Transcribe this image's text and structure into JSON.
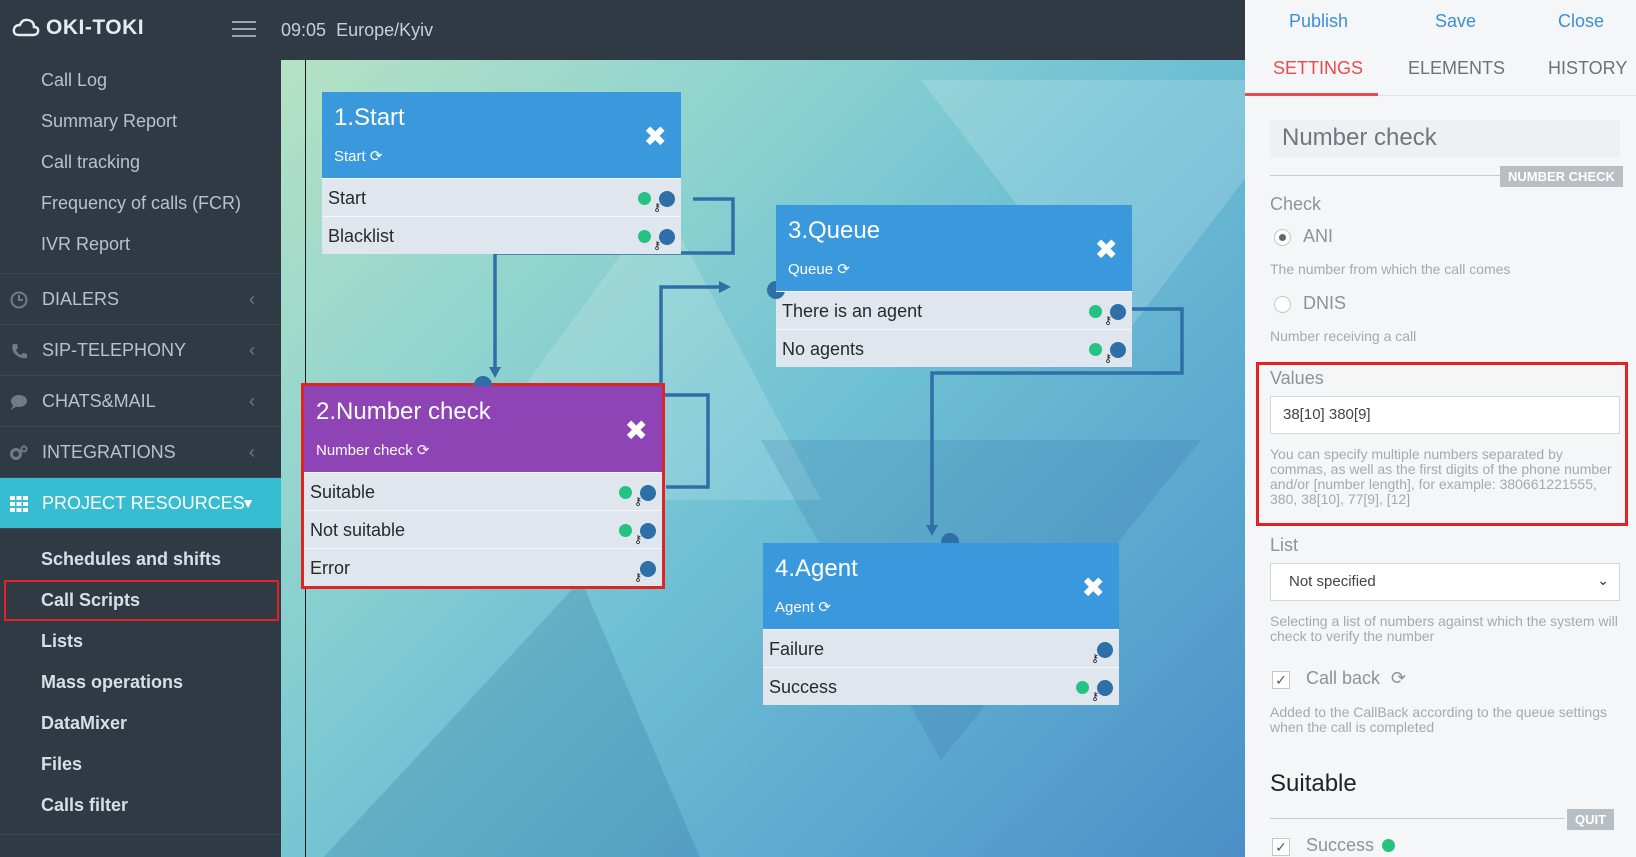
{
  "brand": "OKI-TOKI",
  "header": {
    "time": "09:05",
    "timezone": "Europe/Kyiv"
  },
  "sidebar": {
    "reports": [
      "Call Log",
      "Summary Report",
      "Call tracking",
      "Frequency of calls (FCR)",
      "IVR Report"
    ],
    "sections": [
      {
        "label": "DIALERS",
        "icon": "clock-icon"
      },
      {
        "label": "SIP-TELEPHONY",
        "icon": "phone-icon"
      },
      {
        "label": "CHATS&MAIL",
        "icon": "chat-icon"
      },
      {
        "label": "INTEGRATIONS",
        "icon": "gears-icon"
      },
      {
        "label": "PROJECT RESOURCES",
        "icon": "grid-icon"
      }
    ],
    "resources": [
      "Schedules and shifts",
      "Call Scripts",
      "Lists",
      "Mass operations",
      "DataMixer",
      "Files",
      "Calls filter"
    ]
  },
  "nodes": {
    "start": {
      "title": "1.Start",
      "type": "Start",
      "rows": [
        "Start",
        "Blacklist"
      ]
    },
    "numcheck": {
      "title": "2.Number check",
      "type": "Number check",
      "rows": [
        "Suitable",
        "Not suitable",
        "Error"
      ]
    },
    "queue": {
      "title": "3.Queue",
      "type": "Queue",
      "rows": [
        "There is an agent",
        "No agents"
      ]
    },
    "agent": {
      "title": "4.Agent",
      "type": "Agent",
      "rows": [
        "Failure",
        "Success"
      ]
    }
  },
  "panel": {
    "actions": {
      "publish": "Publish",
      "save": "Save",
      "close": "Close"
    },
    "tabs": [
      "SETTINGS",
      "ELEMENTS",
      "HISTORY"
    ],
    "title": "Number check",
    "badge": "NUMBER CHECK",
    "check_label": "Check",
    "ani": {
      "label": "ANI",
      "hint": "The number from which the call comes"
    },
    "dnis": {
      "label": "DNIS",
      "hint": "Number receiving a call"
    },
    "values": {
      "label": "Values",
      "value": "38[10] 380[9]",
      "hint": "You can specify multiple numbers separated by commas, as well as the first digits of the phone number and/or [number length], for example: 380661221555, 380, 38[10], 77[9], [12]"
    },
    "list": {
      "label": "List",
      "selected": "Not specified",
      "hint": "Selecting a list of numbers against which the system will check to verify the number"
    },
    "callback": {
      "label": "Call back",
      "hint": "Added to the CallBack according to the queue settings when the call is completed"
    },
    "suitable": {
      "title": "Suitable",
      "badge": "QUIT",
      "success": "Success"
    }
  }
}
